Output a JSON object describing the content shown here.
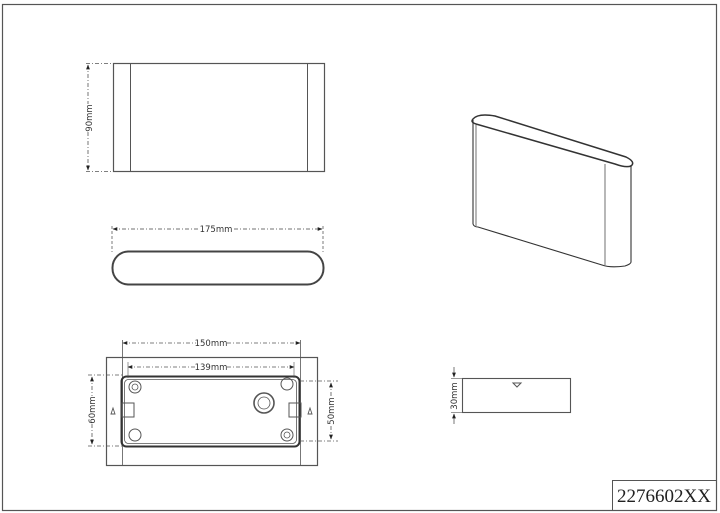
{
  "drawing": {
    "product_code": "2276602XX",
    "views": {
      "front": {
        "height_label": "90mm"
      },
      "top": {
        "width_label": "175mm"
      },
      "back": {
        "outer_width_label": "150mm",
        "inner_width_label": "139mm",
        "outer_height_label": "60mm",
        "inner_height_label": "50mm"
      },
      "side": {
        "depth_label": "30mm"
      },
      "isometric": {}
    }
  }
}
